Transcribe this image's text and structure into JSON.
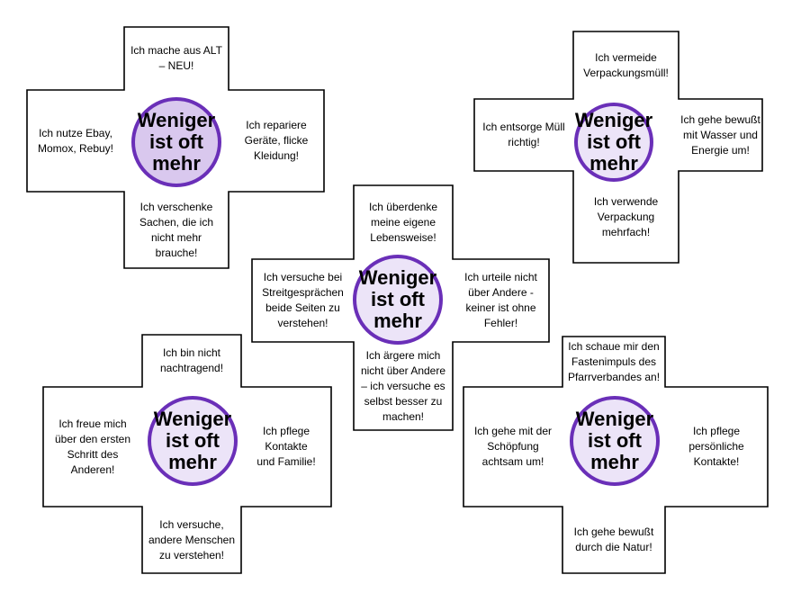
{
  "colors": {
    "outline": "#000000",
    "circle_stroke": "#6a2fb8",
    "circle_fill_dark": "#d9c8ee",
    "circle_fill_light": "#ece4f8"
  },
  "crosses": [
    {
      "id": "top-left",
      "center_text": "Weniger\nist oft\nmehr",
      "top": "Ich mache aus ALT\n– NEU!",
      "left": "Ich nutze Ebay,\nMomox, Rebuy!",
      "right": "Ich repariere\nGeräte, flicke\nKleidung!",
      "bottom": "Ich verschenke\nSachen, die ich\nnicht mehr\nbrauche!",
      "fill": "dark"
    },
    {
      "id": "top-right",
      "center_text": "Weniger\nist oft\nmehr",
      "top": "Ich vermeide\nVerpackungsmüll!",
      "left": "Ich entsorge Müll\nrichtig!",
      "right": "Ich gehe bewußt\nmit Wasser und\nEnergie um!",
      "bottom": "Ich verwende\nVerpackung\nmehrfach!",
      "fill": "light"
    },
    {
      "id": "middle",
      "center_text": "Weniger\nist oft\nmehr",
      "top": "Ich überdenke\nmeine eigene\nLebensweise!",
      "left": "Ich versuche bei\nStreitgesprächen\nbeide Seiten zu\nverstehen!",
      "right": "Ich urteile nicht\nüber Andere -\nkeiner ist ohne\nFehler!",
      "bottom": "Ich ärgere mich\nnicht über Andere\n– ich versuche es\nselbst besser zu\nmachen!",
      "fill": "light"
    },
    {
      "id": "bottom-left",
      "center_text": "Weniger\nist oft\nmehr",
      "top": "Ich bin nicht\nnachtragend!",
      "left": "Ich freue mich\nüber den ersten\nSchritt des\nAnderen!",
      "right": "Ich pflege Kontakte\nund Familie!",
      "bottom": "Ich versuche,\nandere Menschen\nzu verstehen!",
      "fill": "light"
    },
    {
      "id": "bottom-right",
      "center_text": "Weniger\nist oft\nmehr",
      "top": "Ich schaue mir den\nFastenimpuls des\nPfarrverbandes an!",
      "left": "Ich gehe mit der\nSchöpfung\nachtsam um!",
      "right": "Ich pflege\npersönliche\nKontakte!",
      "bottom": "Ich gehe bewußt\ndurch die Natur!",
      "fill": "light"
    }
  ]
}
